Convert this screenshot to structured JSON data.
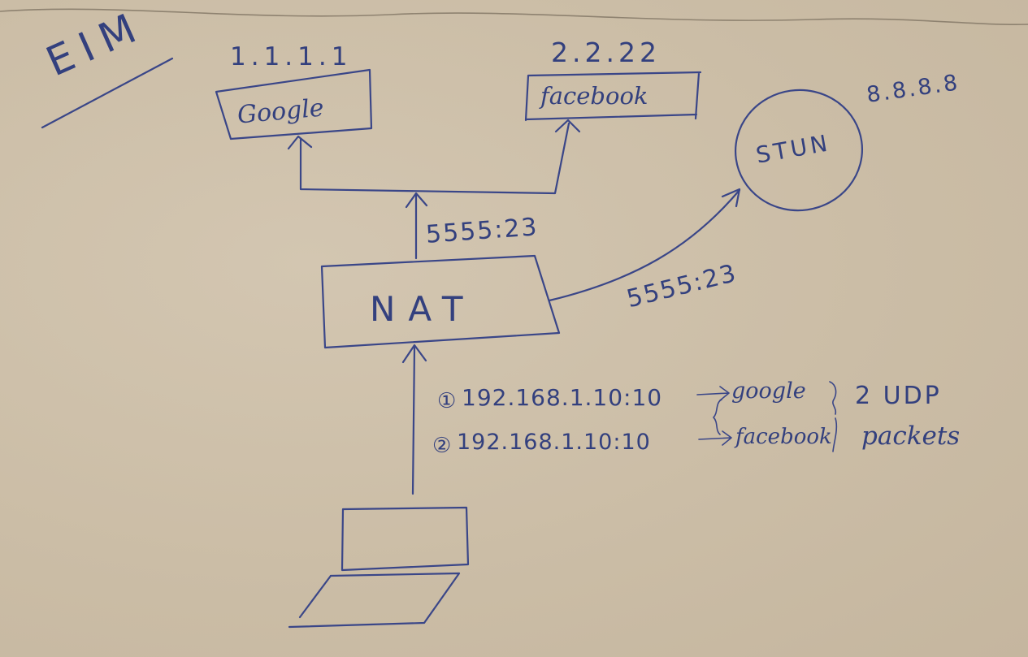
{
  "title": "EIM",
  "servers": {
    "google": {
      "ip": "1.1.1.1",
      "name": "Google"
    },
    "facebook": {
      "ip": "2.2.22",
      "name": "facebook"
    },
    "stun": {
      "ip": "8.8.8.8",
      "name": "STUN"
    }
  },
  "nat": {
    "label": "NAT"
  },
  "mappings": {
    "to_servers": "5555:23",
    "to_stun": "5555:23"
  },
  "packets": [
    {
      "num": "①",
      "source": "192.168.1.10:10",
      "dest": "google"
    },
    {
      "num": "②",
      "source": "192.168.1.10:10",
      "dest": "facebook"
    }
  ],
  "packets_note": {
    "line1": "2 UDP",
    "line2": "packets"
  },
  "colors": {
    "ink": "#3a4688",
    "paper": "#cdbfa9"
  }
}
